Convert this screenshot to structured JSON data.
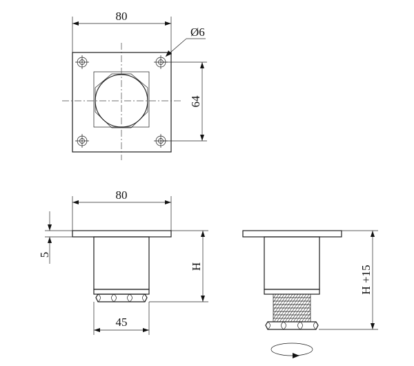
{
  "dimensions": {
    "top_width": "80",
    "hole_diameter": "Ø6",
    "top_height": "64",
    "side_width": "80",
    "plate_thickness": "5",
    "height": "H",
    "base_width": "45",
    "adjusted_height": "H +15"
  },
  "colors": {
    "line": "#1a1a1a",
    "background": "#ffffff"
  }
}
